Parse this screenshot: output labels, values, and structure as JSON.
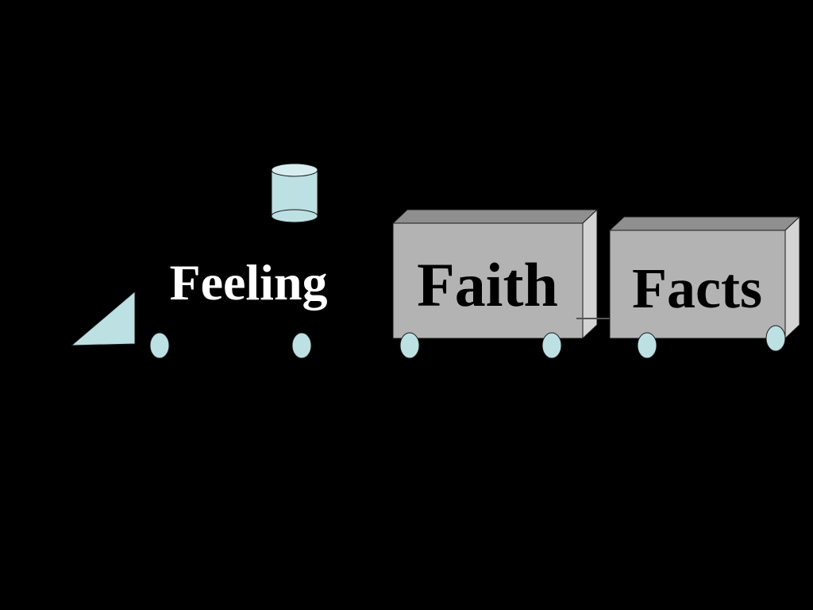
{
  "diagram": {
    "background": "#000000",
    "engine": {
      "label": "Feeling",
      "label_color": "#ffffff"
    },
    "car1": {
      "label": "Faith",
      "label_color": "#000000"
    },
    "car2": {
      "label": "Facts",
      "label_color": "#000000"
    },
    "colors": {
      "light_blue": "#bde0e3",
      "box_front": "#b3b3b3",
      "box_top": "#8f8f8f",
      "box_side": "#d4d4d4",
      "outline": "#1a1a1a"
    }
  }
}
